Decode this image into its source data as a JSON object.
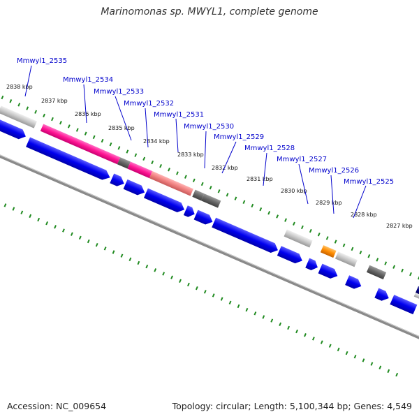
{
  "header": {
    "title": "Marinomonas sp. MWYL1, complete genome"
  },
  "footer": {
    "accession": "Accession: NC_009654",
    "stats": "Topology: circular; Length: 5,100,344 bp; Genes: 4,549"
  },
  "colors": {
    "cds_forward": "#0000ee",
    "cds_reverse": "#0000ee",
    "backbone": "#888888",
    "gc_ticks": "#228b22",
    "pink": "#ff1493",
    "light_red": "#f08080",
    "light_gray": "#c8c8c8",
    "dark_gray": "#666666",
    "orange": "#ff8c00",
    "label_blue": "#0000cc"
  },
  "position_labels": [
    "2838 kbp",
    "2837 kbp",
    "2836 kbp",
    "2835 kbp",
    "2834 kbp",
    "2833 kbp",
    "2832 kbp",
    "2831 kbp",
    "2830 kbp",
    "2829 kbp",
    "2828 kbp",
    "2827 kbp"
  ],
  "gene_labels": [
    "Mmwyl1_2535",
    "Mmwyl1_2534",
    "Mmwyl1_2533",
    "Mmwyl1_2532",
    "Mmwyl1_2531",
    "Mmwyl1_2530",
    "Mmwyl1_2529",
    "Mmwyl1_2528",
    "Mmwyl1_2527",
    "Mmwyl1_2526",
    "Mmwyl1_2525"
  ]
}
